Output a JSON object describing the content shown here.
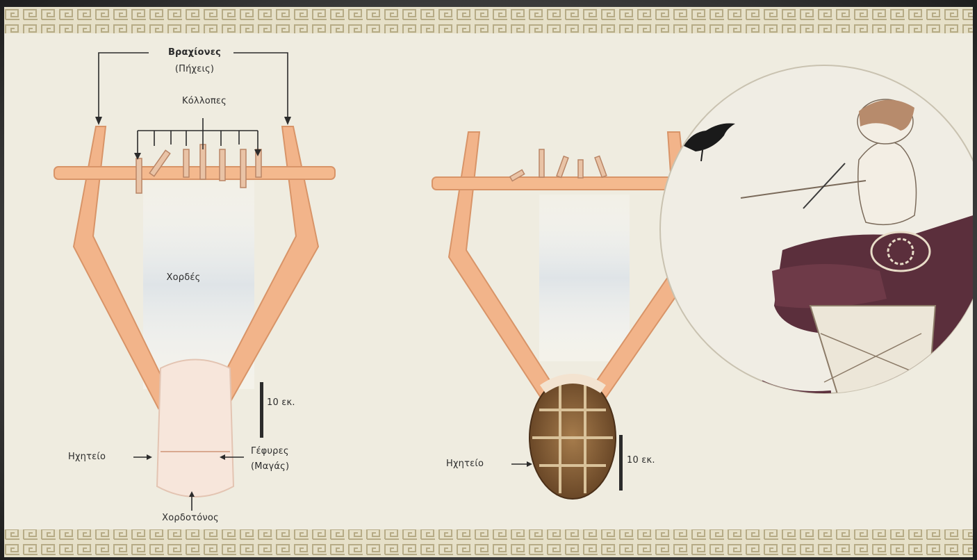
{
  "diagram": {
    "labels": {
      "brachiones": "Βραχίονες",
      "pecheis": "(Πήχεις)",
      "kollopes": "Κόλλοπες",
      "chordes": "Χορδές",
      "scale_left": "10 εκ.",
      "scale_right": "10 εκ.",
      "ichitio_left": "Ηχητείο",
      "ichitio_right": "Ηχητείο",
      "gefyres": "Γέφυρες",
      "magades": "(Μαγάς)",
      "chordotonos": "Χορδοτόνος"
    }
  },
  "colors": {
    "panel_bg": "#efece0",
    "border_band": "#e2dcc4",
    "meander": "#b9ae8a",
    "wood": "#f0b58a",
    "wood_dark": "#d99369",
    "shell_brown": "#7a5230",
    "robe": "#5a2e3a",
    "ink": "#2b2b2b"
  }
}
